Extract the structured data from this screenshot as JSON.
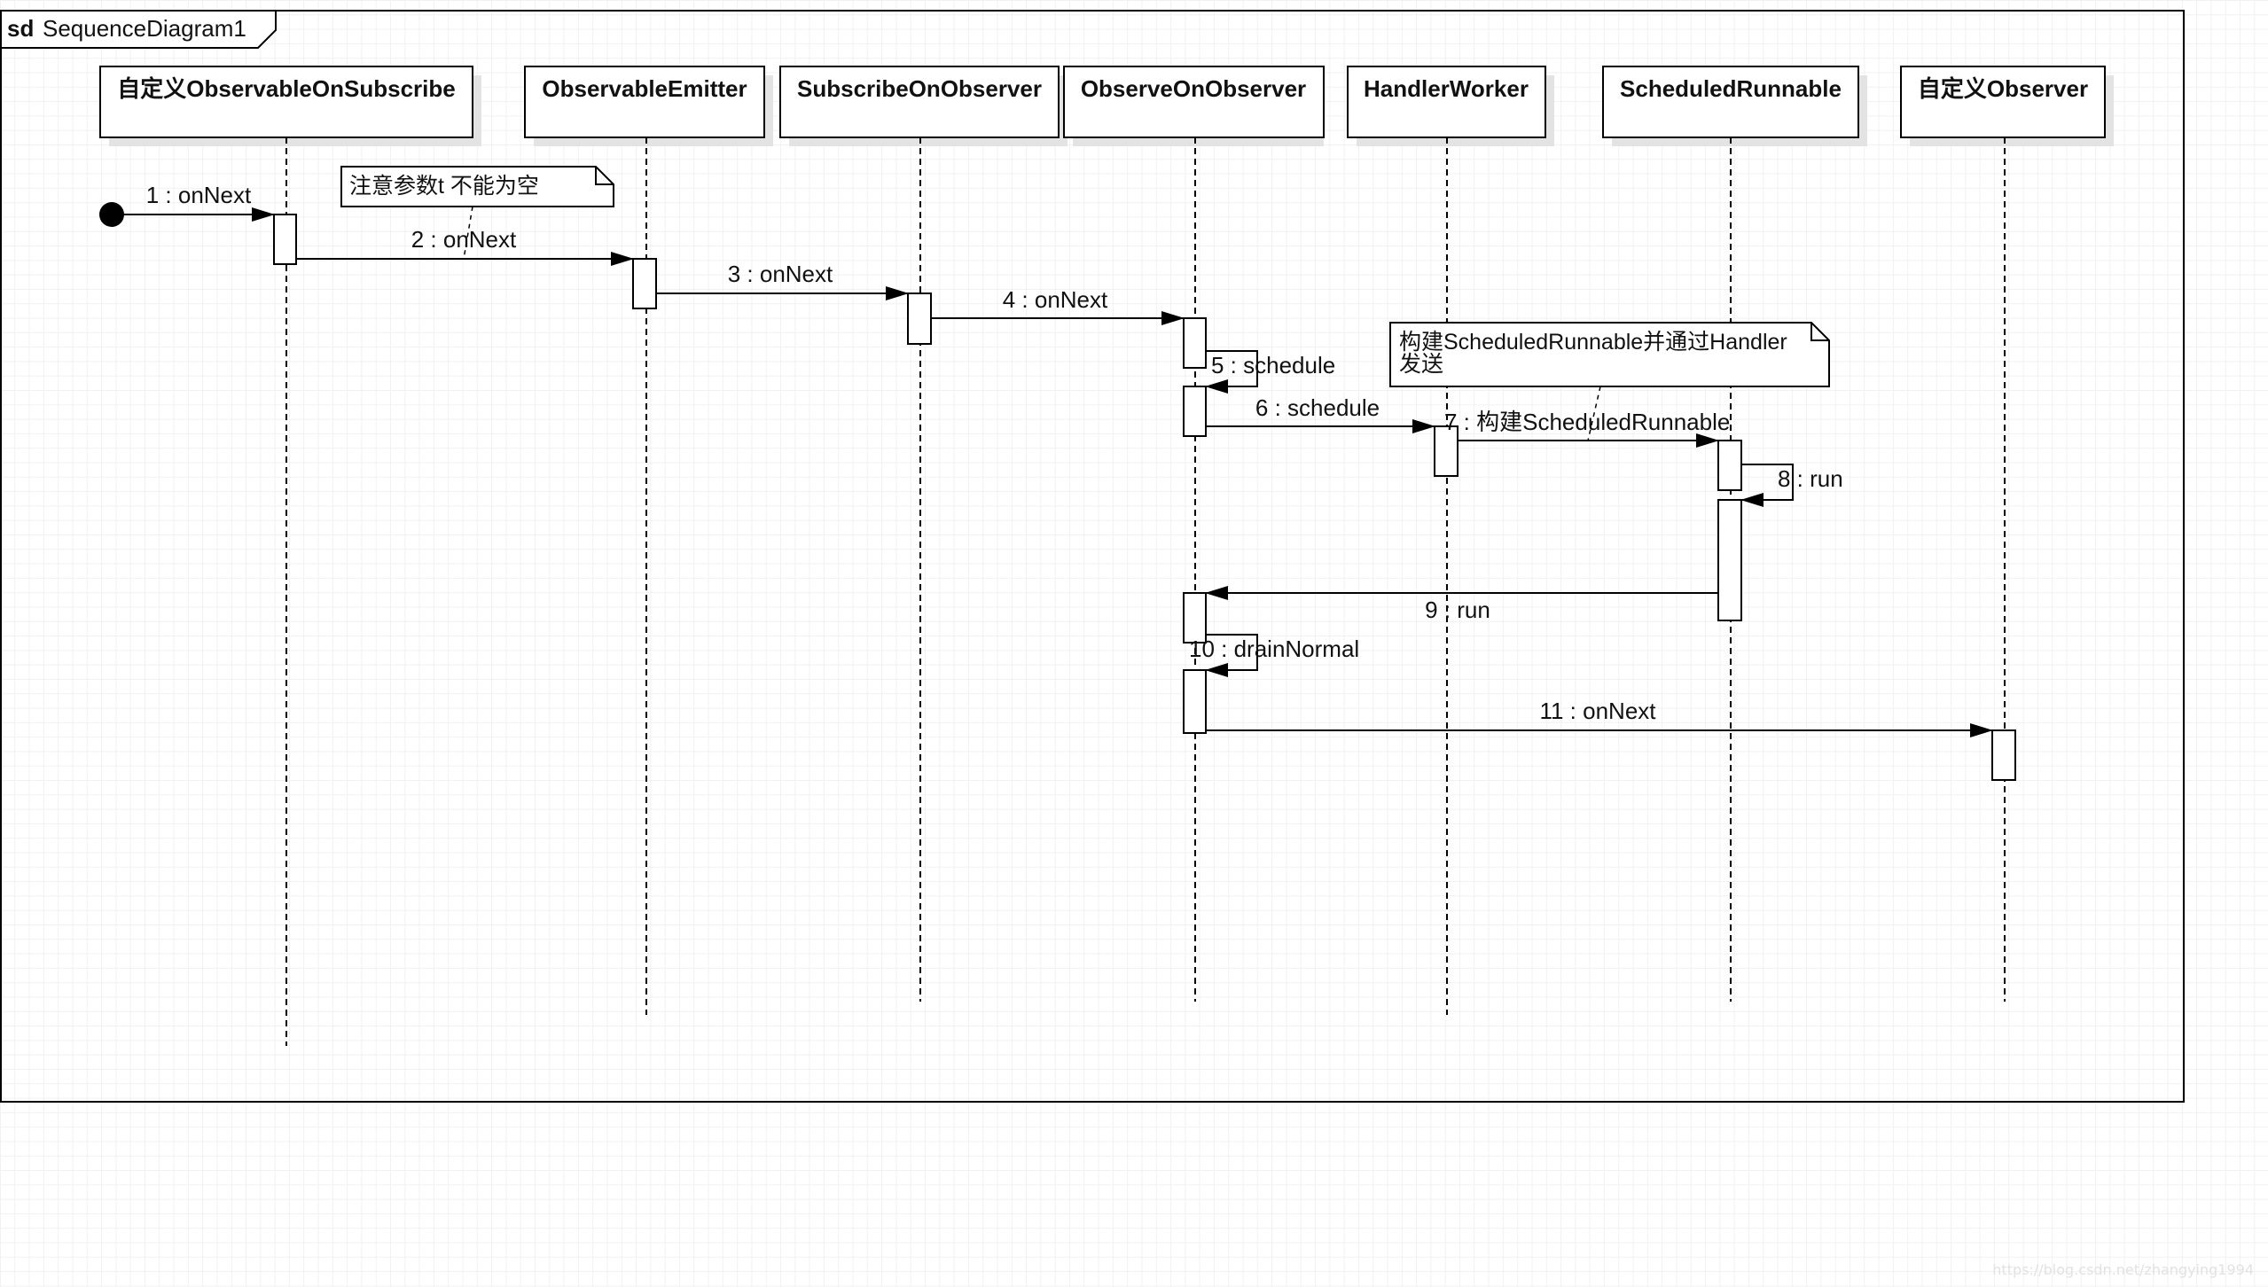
{
  "frame": {
    "keyword": "sd",
    "title": "SequenceDiagram1"
  },
  "lifelines": [
    {
      "id": "L1",
      "label": "自定义ObservableOnSubscribe"
    },
    {
      "id": "L2",
      "label": "ObservableEmitter"
    },
    {
      "id": "L3",
      "label": "SubscribeOnObserver"
    },
    {
      "id": "L4",
      "label": "ObserveOnObserver"
    },
    {
      "id": "L5",
      "label": "HandlerWorker"
    },
    {
      "id": "L6",
      "label": "ScheduledRunnable"
    },
    {
      "id": "L7",
      "label": "自定义Observer"
    }
  ],
  "messages": [
    {
      "label": "1 : onNext",
      "from": "start",
      "to": "L1"
    },
    {
      "label": "2 : onNext",
      "from": "L1",
      "to": "L2"
    },
    {
      "label": "3 : onNext",
      "from": "L2",
      "to": "L3"
    },
    {
      "label": "4 : onNext",
      "from": "L3",
      "to": "L4"
    },
    {
      "label": "5 : schedule",
      "from": "L4",
      "to": "L4"
    },
    {
      "label": "6 : schedule",
      "from": "L4",
      "to": "L5"
    },
    {
      "label": "7 : 构建ScheduledRunnable",
      "from": "L5",
      "to": "L6"
    },
    {
      "label": "8 : run",
      "from": "L6",
      "to": "L6"
    },
    {
      "label": "9 : run",
      "from": "L6",
      "to": "L4"
    },
    {
      "label": "10 : drainNormal",
      "from": "L4",
      "to": "L4"
    },
    {
      "label": "11 : onNext",
      "from": "L4",
      "to": "L7"
    }
  ],
  "notes": [
    {
      "lines": [
        "注意参数t 不能为空"
      ]
    },
    {
      "lines": [
        "构建ScheduledRunnable并通过Handler",
        "发送"
      ]
    }
  ],
  "watermark": "https://blog.csdn.net/zhangying1994"
}
